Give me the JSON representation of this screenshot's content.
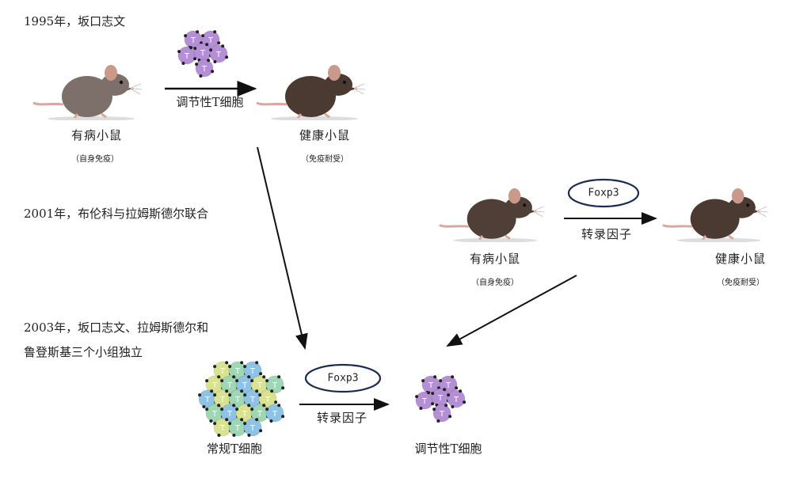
{
  "events": {
    "e1995": "1995年，坂口志文",
    "e2001": "2001年，布伦科与拉姆斯德尔联合",
    "e2003_line1": "2003年，坂口志文、拉姆斯德尔和",
    "e2003_line2": "鲁登斯基三个小组独立"
  },
  "top_row": {
    "sick_mouse": {
      "label": "有病小鼠",
      "sub": "（自身免疫）"
    },
    "arrow_label": "调节性T细胞",
    "healthy_mouse": {
      "label": "健康小鼠",
      "sub": "（免疫耐受）"
    }
  },
  "right_row": {
    "sick_mouse": {
      "label": "有病小鼠",
      "sub": "（自身免疫）"
    },
    "gene": "Foxp3",
    "arrow_label": "转录因子",
    "healthy_mouse": {
      "label": "健康小鼠",
      "sub": "（免疫耐受）"
    }
  },
  "bottom_row": {
    "conventional_label": "常规T细胞",
    "gene": "Foxp3",
    "arrow_label": "转录因子",
    "treg_label": "调节性T细胞"
  },
  "cell_letter": "T",
  "colors": {
    "treg": "#b48fd6",
    "conv_blue": "#8ec3e6",
    "conv_green": "#9fd6b4",
    "conv_yellow": "#d9e38f",
    "sick_mouse": "#7d6f69",
    "healthy_mouse": "#4a3a32"
  }
}
